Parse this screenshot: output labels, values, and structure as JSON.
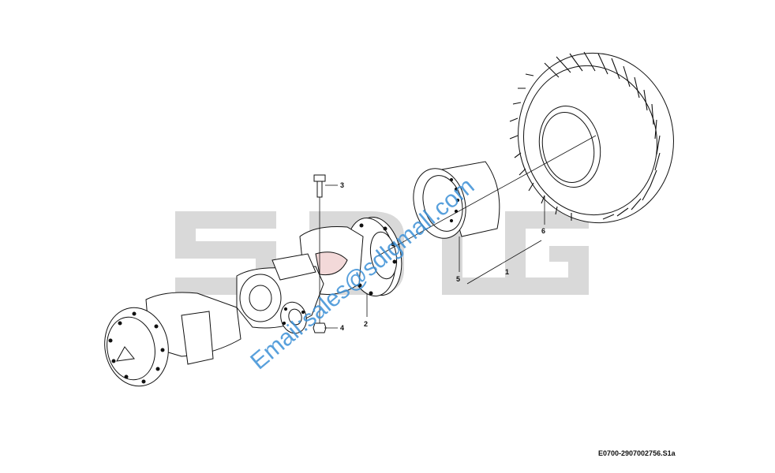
{
  "callouts": {
    "c1": "1",
    "c2": "2",
    "c3": "3",
    "c4": "4",
    "c5": "5",
    "c6": "6"
  },
  "watermark": {
    "logo": "SDLG",
    "email": "Email:sales@sdlgmall.com"
  },
  "drawing_id": "E0700-2907002756.S1a",
  "colors": {
    "line": "#111111",
    "logo_watermark": "#d9d9d9",
    "email_watermark": "#3b8fd6"
  }
}
